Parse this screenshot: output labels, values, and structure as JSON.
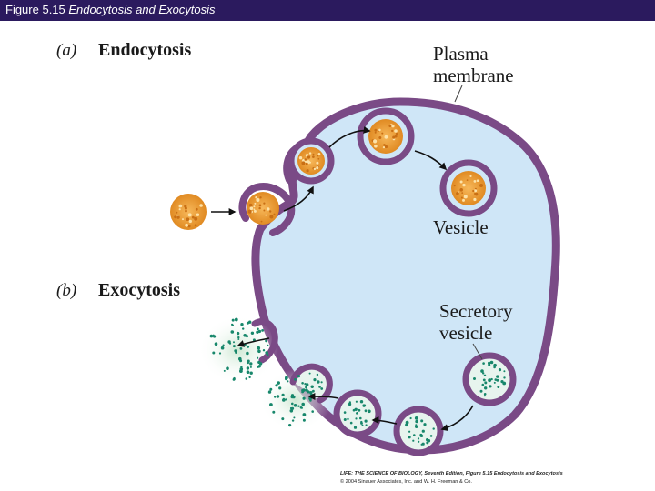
{
  "header": {
    "figure_number": "Figure 5.15",
    "figure_title": "Endocytosis and Exocytosis",
    "bar_color": "#2b1a5e"
  },
  "diagram": {
    "part_a": {
      "letter": "(a)",
      "title": "Endocytosis"
    },
    "part_b": {
      "letter": "(b)",
      "title": "Exocytosis"
    },
    "labels": {
      "plasma_membrane_line1": "Plasma",
      "plasma_membrane_line2": "membrane",
      "vesicle": "Vesicle",
      "secretory_line1": "Secretory",
      "secretory_line2": "vesicle"
    },
    "colors": {
      "membrane": "#7a4a86",
      "cytoplasm": "#cfe6f7",
      "cargo_endocytosis": "#f0a23a",
      "cargo_exocytosis": "#17876b"
    }
  },
  "credit": {
    "line1_bold": "LIFE: THE SCIENCE OF BIOLOGY, Seventh Edition, Figure 5.15 Endocytosis and Exocytosis",
    "line2": "© 2004 Sinauer Associates, Inc. and W. H. Freeman & Co."
  }
}
